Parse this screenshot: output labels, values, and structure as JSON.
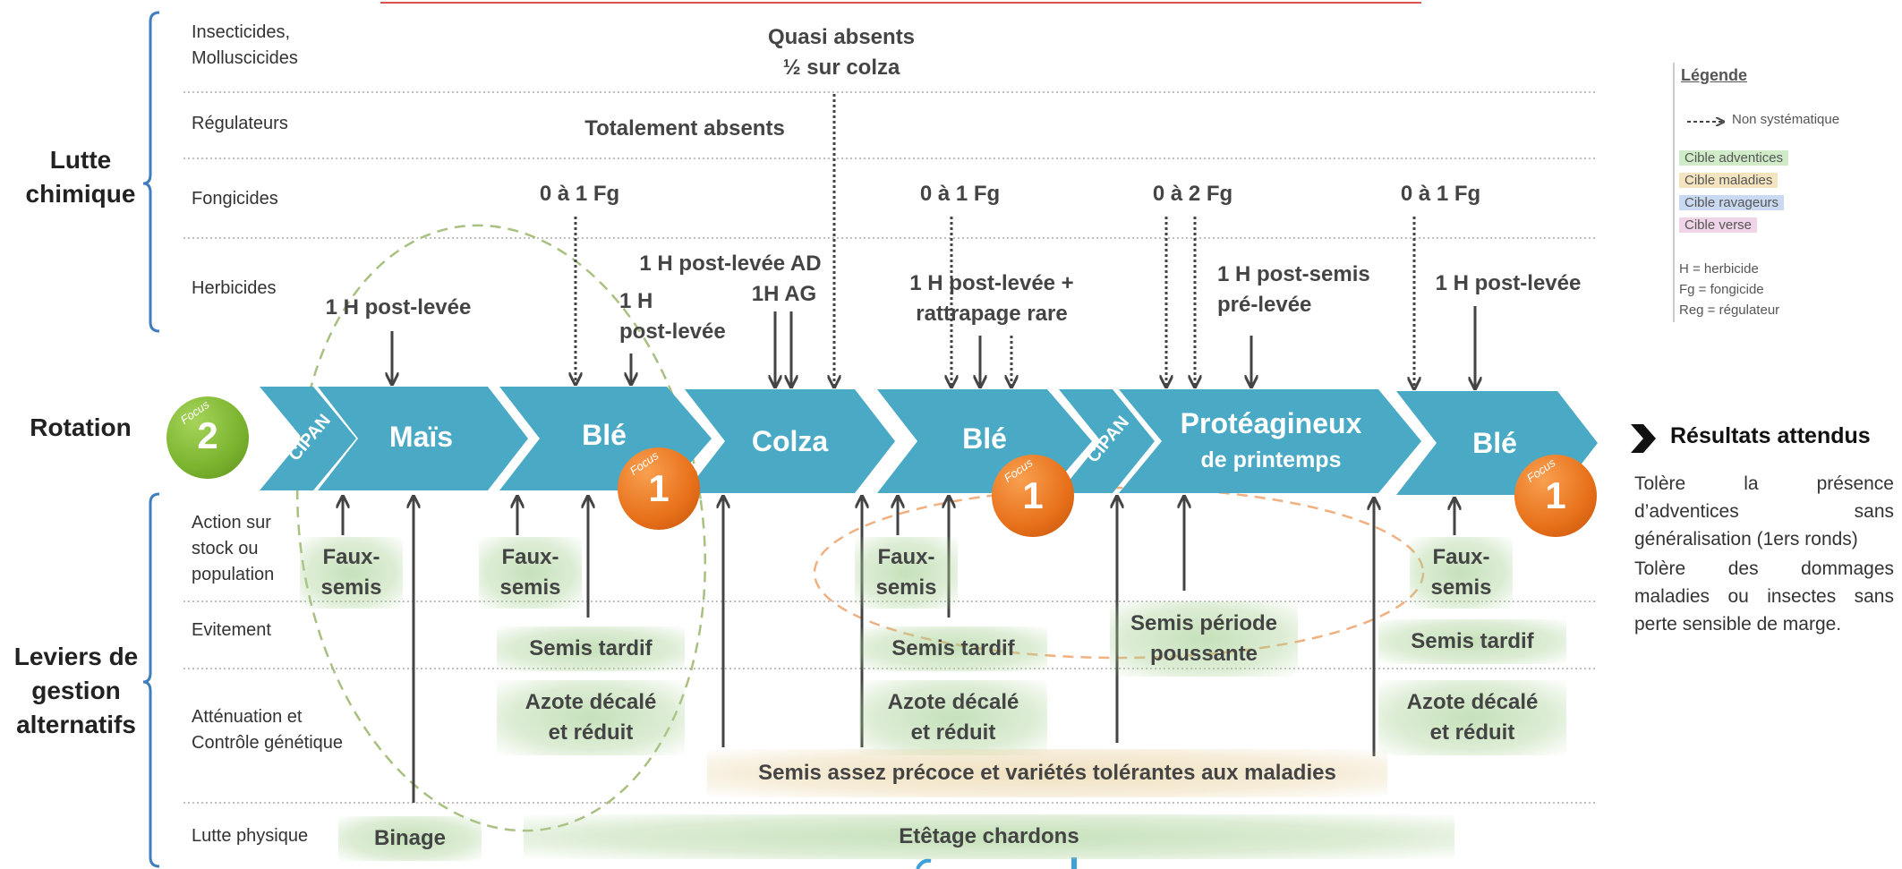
{
  "sections": {
    "chemical": "Lutte\nchimique",
    "rotation": "Rotation",
    "alternative": "Leviers de\ngestion\nalternatifs"
  },
  "chemical_rows": {
    "insecticides": "Insecticides,\nMolluscicides",
    "regulateurs": "Régulateurs",
    "fongicides": "Fongicides",
    "herbicides": "Herbicides"
  },
  "alt_rows": {
    "action": "Action sur\nstock ou\npopulation",
    "evitement": "Evitement",
    "attenuation": "Atténuation et\nContrôle génétique",
    "physique": "Lutte physique"
  },
  "chem_texts": {
    "quasi": "Quasi absents\n½ sur colza",
    "totalement": "Totalement absents",
    "fg1": "0 à 1 Fg",
    "fg2": "0 à 1 Fg",
    "fg3": "0 à 2 Fg",
    "fg4": "0 à 1 Fg",
    "h_mais": "1 H post-levée",
    "h_ble1": "1 H\npost-levée",
    "h_colza_ad": "1 H post-levée AD",
    "h_colza_ag": "1H AG",
    "h_ble2": "1 H post-levée +\nrattrapage  rare",
    "h_proteag": "1 H post-semis\npré-levée",
    "h_ble3": "1 H post-levée"
  },
  "crops": {
    "cipan": "CIPAN",
    "mais": "Maïs",
    "ble": "Blé",
    "colza": "Colza",
    "proteag_main": "Protéagineux",
    "proteag_sub": "de printemps"
  },
  "focus": {
    "word": "Focus",
    "two": "2",
    "one": "1"
  },
  "alt_texts": {
    "faux_semis": "Faux-\nsemis",
    "semis_tardif": "Semis tardif",
    "azote": "Azote décalé\net réduit",
    "semis_periode": "Semis période\npoussante",
    "semis_precoce": "Semis assez précoce et variétés tolérantes aux maladies",
    "binage": "Binage",
    "etetage": "Etêtage chardons"
  },
  "legend": {
    "title": "Légende",
    "non_syst": "Non systématique",
    "cible_adventices": "Cible adventices",
    "cible_maladies": "Cible maladies",
    "cible_ravageurs": "Cible ravageurs",
    "cible_verse": "Cible verse",
    "abbr_h": "H = herbicide",
    "abbr_fg": "Fg = fongicide",
    "abbr_reg": "Reg = régulateur"
  },
  "results": {
    "title": "Résultats attendus",
    "p1": "Tolère la présence d’adventices sans généralisation (1ers ronds)",
    "p2": "Tolère des dommages maladies ou insectes sans perte sensible de marge."
  },
  "colors": {
    "arrow_blue": "#4aaac5",
    "focus_orange": "#e8701a",
    "focus_green": "#7ab32e",
    "bracket_blue": "#3f7fc0"
  }
}
